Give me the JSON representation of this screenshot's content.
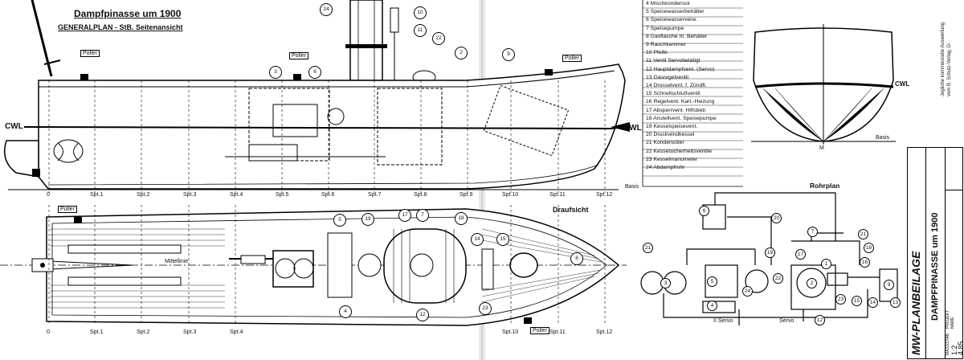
{
  "header": {
    "title": "Dampfpinasse um 1900",
    "subtitle": "GENERALPLAN - StB. Seitenansicht"
  },
  "labels": {
    "poller": "Poller",
    "cwl": "CWL",
    "basis": "Basis",
    "mittellinie": "Mittellinie",
    "draufsicht": "Draufsicht",
    "rohrplan": "Rohrplan",
    "m": "M",
    "servo_left": "II Servo",
    "servo_right": "Servo"
  },
  "stations": [
    "0",
    "Spt.1",
    "Spt.2",
    "Spt.3",
    "Spt.4",
    "Spt.5",
    "Spt.6",
    "Spt.7",
    "Spt.8",
    "Spt.9",
    "Spt.10",
    "Spt.11",
    "Spt.12"
  ],
  "legend": [
    "4  Mischkondensor",
    "5  Speisewasserbehälter",
    "6  Speisewasserverw.",
    "7  Speisepumpe",
    "8  Gasflasche m. Behälter",
    "9  Rauchkammer",
    "10 Pfeife",
    "11 Ventil Servobetätigt",
    "12 Hauptdampfvent. (Servo)",
    "13 Gasregelventil",
    "14 Drosselvent. f. Zündfl.",
    "15 Schnellschlußventil",
    "16 Regelvent. Kart.-Heizung",
    "17 Absperrvent. Hilfsbetr.",
    "18 Anstellvent. Speisepumpe",
    "19 Kesselspeisevent.",
    "20 Druckwindkessel",
    "21 Kondensöler",
    "22 Kesselsicherheitsventile",
    "23 Kesselmanometer",
    "24 Abdampfrohr"
  ],
  "side_note": [
    "Jegliche kommerzielle Auswertung",
    "vom B. Schulz-Verlag, D-"
  ],
  "plate": {
    "banner": "MW-PLANBEILAGE",
    "name": "DAMPFPINASSE um 1900",
    "label_massstab": "MASSSTAB",
    "label_projekt": "PROJEKT",
    "label_name": "NAME",
    "scale": "1:2",
    "number": "4.85"
  },
  "callouts_side": [
    "24",
    "10",
    "11",
    "22",
    "2",
    "3",
    "6",
    "9"
  ],
  "callouts_top": [
    "5",
    "19",
    "17",
    "7",
    "18",
    "14",
    "15",
    "4",
    "12",
    "23",
    "8"
  ],
  "callouts_pipe": [
    "6",
    "20",
    "7",
    "21",
    "18",
    "21",
    "3",
    "5",
    "4",
    "19",
    "17",
    "1",
    "24",
    "22",
    "2",
    "16",
    "9",
    "15",
    "14",
    "13",
    "23",
    "12"
  ]
}
